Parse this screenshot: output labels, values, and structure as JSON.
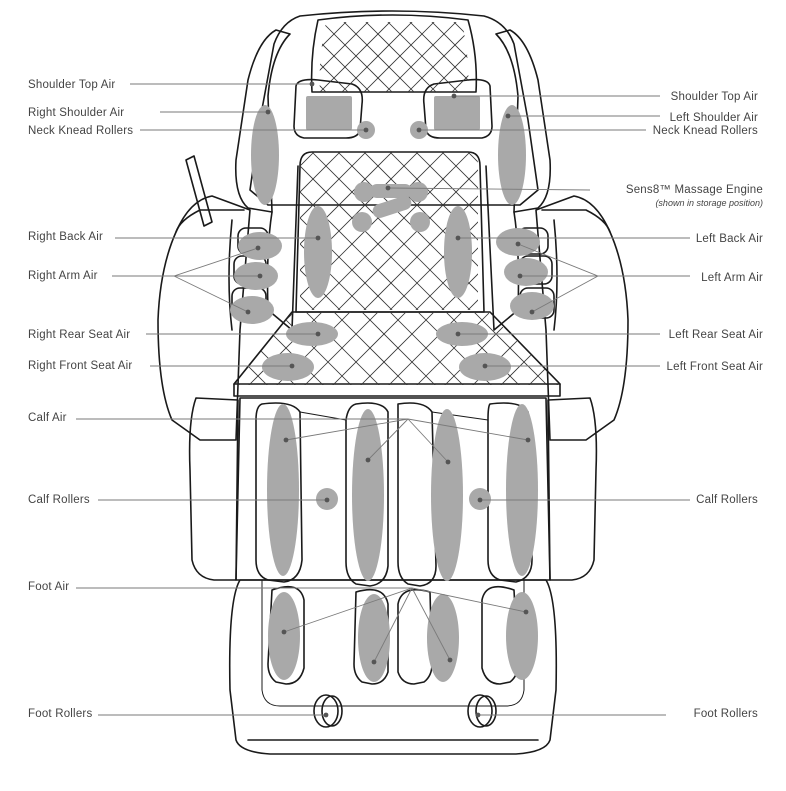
{
  "diagram": {
    "labels": {
      "shoulder_top_air_r": "Shoulder Top Air",
      "right_shoulder_air": "Right Shoulder Air",
      "neck_knead_rollers_r": "Neck Knead Rollers",
      "shoulder_top_air_l": "Shoulder Top Air",
      "left_shoulder_air": "Left Shoulder Air",
      "neck_knead_rollers_l": "Neck Knead Rollers",
      "sens8_engine": "Sens8™ Massage Engine",
      "sens8_note": "(shown in storage position)",
      "right_back_air": "Right Back Air",
      "left_back_air": "Left Back Air",
      "right_arm_air": "Right Arm Air",
      "left_arm_air": "Left Arm Air",
      "right_rear_seat_air": "Right Rear Seat Air",
      "left_rear_seat_air": "Left Rear Seat Air",
      "right_front_seat_air": "Right Front Seat Air",
      "left_front_seat_air": "Left Front Seat Air",
      "calf_air": "Calf Air",
      "calf_rollers_r": "Calf Rollers",
      "calf_rollers_l": "Calf Rollers",
      "foot_air": "Foot Air",
      "foot_rollers_r": "Foot Rollers",
      "foot_rollers_l": "Foot Rollers"
    },
    "colors": {
      "outline": "#1a1a1a",
      "zone_fill": "#a9a9a9",
      "leader": "#7a7a7a",
      "text": "#444444"
    }
  }
}
